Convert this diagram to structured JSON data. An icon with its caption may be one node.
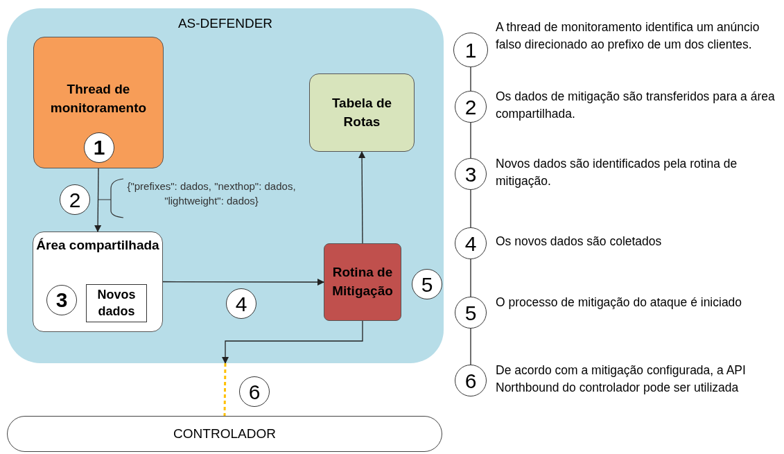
{
  "diagram": {
    "nodes": [
      {
        "text": [
          "AS-DEFENDER"
        ]
      },
      {
        "text": [
          "Thread de monitoramento"
        ],
        "in": 0
      },
      {
        "text": [
          "1"
        ],
        "in": 1
      },
      {
        "text": [
          "Tabela de Rotas"
        ],
        "in": 0
      },
      {
        "text": [
          "2"
        ],
        "in": 0
      },
      {
        "text": [
          "Área compartilhada"
        ],
        "in": 0
      },
      {
        "text": [
          "3"
        ],
        "in": 5
      },
      {
        "text": [
          "Novos dados"
        ],
        "in": 5
      },
      {
        "text": [
          "Rotina de Mitigação"
        ],
        "in": 0
      },
      {
        "text": [
          "5"
        ],
        "in": 0
      },
      {
        "text": [
          "4"
        ],
        "in": 0
      },
      {
        "text": [
          "6"
        ]
      },
      {
        "text": [
          "CONTROLADOR"
        ]
      },
      {
        "text": [
          "1"
        ],
        "beside": [
          "A thread de monitoramento identifica um anúncio falso direcionado ao prefixo de um dos clientes."
        ]
      },
      {
        "text": [
          "2"
        ],
        "beside": [
          "Os dados de mitigação são transferidos para a área compartilhada."
        ]
      },
      {
        "text": [
          "3"
        ],
        "beside": [
          "Novos dados são identificados pela rotina de mitigação."
        ]
      },
      {
        "text": [
          "4"
        ],
        "beside": [
          "Os novos dados são coletados"
        ]
      },
      {
        "text": [
          "5"
        ],
        "beside": [
          "O processo de mitigação do ataque é iniciado"
        ]
      },
      {
        "text": [
          "6"
        ],
        "beside": [
          "De acordo com a mitigação configurada, a API Northbound do controlador pode ser utilizada"
        ]
      }
    ],
    "edges": [
      {
        "from": 1,
        "to": 5,
        "arrow": "to"
      },
      {
        "from": 5,
        "to": 8,
        "arrow": "to"
      },
      {
        "from": 8,
        "to": 3,
        "arrow": "to"
      },
      {
        "from": 8,
        "to": 0,
        "arrow": "to"
      },
      {
        "from": 0,
        "to": 12,
        "arrow": "none",
        "style": "dashed",
        "color": "#ffc000"
      },
      {
        "from": 13,
        "to": 14,
        "arrow": "none"
      },
      {
        "from": 14,
        "to": 15,
        "arrow": "none"
      },
      {
        "from": 15,
        "to": 16,
        "arrow": "none"
      },
      {
        "from": 16,
        "to": 17,
        "arrow": "none"
      },
      {
        "from": 17,
        "to": 18,
        "arrow": "none"
      }
    ],
    "labels": [
      "{\"prefixes\": dados, \"nexthop\": dados, \"lightweight\": dados}"
    ]
  }
}
